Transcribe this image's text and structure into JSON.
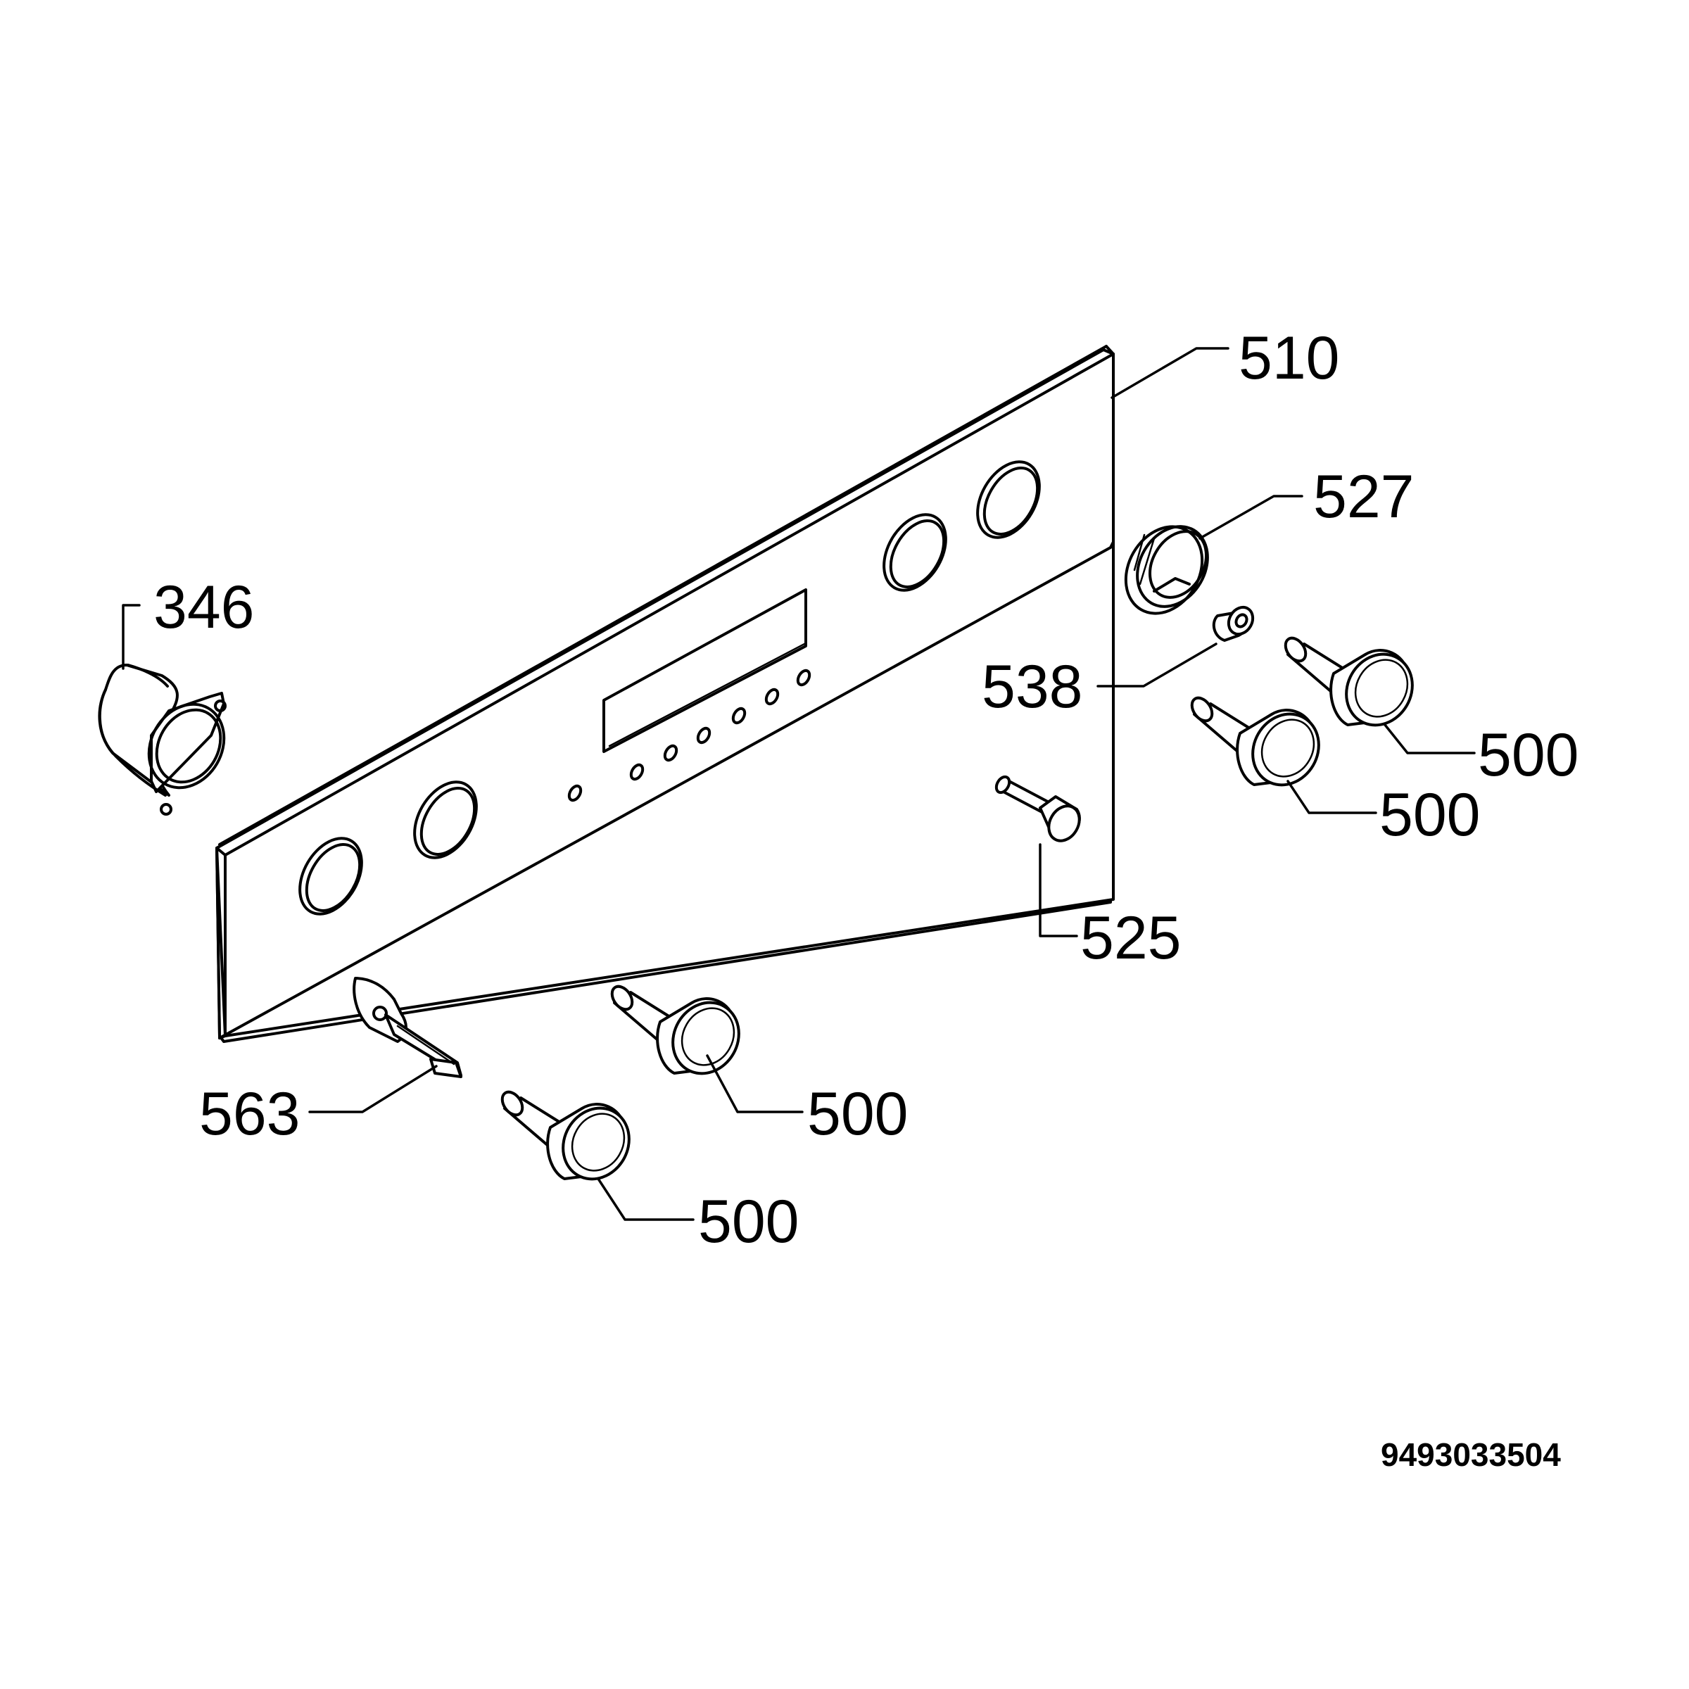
{
  "parts": {
    "p346": "346",
    "p510": "510",
    "p527": "527",
    "p538": "538",
    "p500_a": "500",
    "p500_b": "500",
    "p525": "525",
    "p563": "563",
    "p500_c": "500",
    "p500_d": "500"
  },
  "document_number": "9493033504"
}
